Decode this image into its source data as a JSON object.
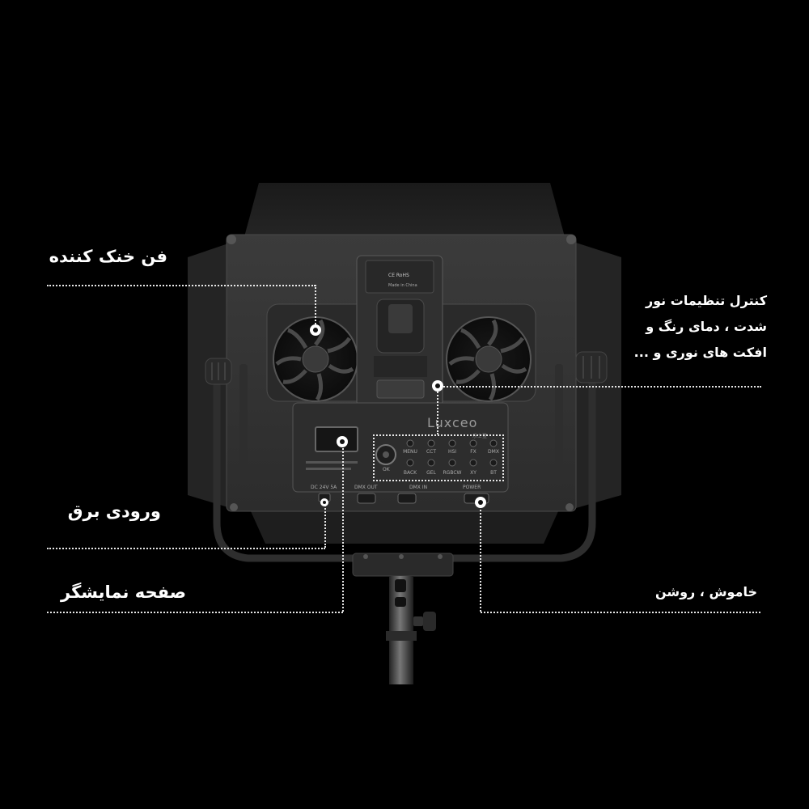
{
  "callouts": {
    "fan": "فن خنک کننده",
    "control": [
      "کنترل تنظیمات نور",
      "شدت ، دمای رنگ و",
      "افکت های نوری و ..."
    ],
    "power_input": "ورودی برق",
    "display": "صفحه نمایشگر",
    "power_switch": "خاموش ، روشن"
  },
  "device": {
    "brand": "Luxceo",
    "brand_cn": "乐士登",
    "battery_plate": {
      "marks": "CE RoHS",
      "origin": "Made in China"
    },
    "buttons_top": [
      "MENU",
      "CCT",
      "HSI",
      "FX",
      "DMX"
    ],
    "buttons_bottom": [
      "BACK",
      "GEL",
      "RGBCW",
      "XY",
      "BT"
    ],
    "knob_label": "OK",
    "ports": {
      "dc": "DC 24V 5A",
      "dmx_out": "DMX OUT",
      "dmx_in": "DMX IN",
      "power": "POWER"
    }
  }
}
